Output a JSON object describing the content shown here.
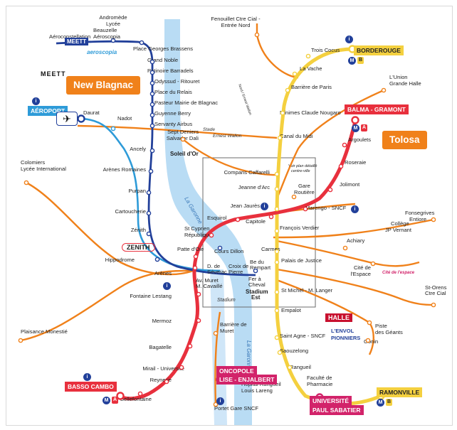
{
  "callouts": {
    "new_blagnac": "New Blagnac",
    "tolosa": "Tolosa"
  },
  "terminals": {
    "aeroport": "AÉROPORT",
    "balma": "BALMA - GRAMONT",
    "borderouge": "BORDEROUGE",
    "basso_cambo": "BASSO CAMBO",
    "oncopole": [
      "ONCOPOLE",
      "LISE - ENJALBERT"
    ],
    "universite": [
      "UNIVERSITÉ",
      "PAUL SABATIER"
    ],
    "ramonville": "RAMONVILLE"
  },
  "logos": {
    "meett1": "MEETT",
    "meett2": "MEETT",
    "aeroscopia": "aeroscopia",
    "zenith": "ZENITH",
    "halle": "HALLE",
    "envol": "L'ENVOL",
    "pionniers": "PIONNIERS",
    "cite_espace": "Cité de l'espace"
  },
  "notes": {
    "plan_detail": "Voir plan détaillé",
    "centre_ville": "centre-ville",
    "stadium": "Stadium",
    "stade": "Stade",
    "ernest_wallon": "Ernest Wallon"
  },
  "rivers": {
    "garonne1": "La Garonne",
    "garonne2": "La Garonne"
  },
  "stations": {
    "fenouillet1": "Fenouillet Ctre Cial -",
    "fenouillet2": "Entrée Nord",
    "aeroconstellation": "Aéroconstellation",
    "andromede1": "Andromède",
    "andromede2": "Lycée",
    "beauzelle1": "Beauzelle",
    "beauzelle2": "Aéroscopia",
    "brassens": "Place Georges Brassens",
    "grand_noble": "Grand Noble",
    "patinoire": "Patinoire Barradels",
    "odyssud": "Odyssud - Ritouret",
    "relais": "Place du Relais",
    "pasteur": "Pasteur Mairie de Blagnac",
    "guyenne": "Guyenne Berry",
    "servanty": "Servanty Airbus",
    "daurat": "Daurat",
    "nadot": "Nadot",
    "ancely": "Ancely",
    "arenes_romaines": "Arènes Romaines",
    "purpan": "Purpan",
    "cartoucherie": "Cartoucherie",
    "zenith_st": "Zénith",
    "hippodrome": "Hippodrome",
    "arenes": "Arènes",
    "fontaine": "Fontaine Lestang",
    "mermoz": "Mermoz",
    "bagatelle": "Bagatelle",
    "mirail": "Mirail - Université",
    "reynerie": "Reynerie",
    "bellefontaine": "Bellefontaine",
    "colomiers1": "Colomiers",
    "colomiers2": "Lycée International",
    "plaisance1": "Plaisance Monestié",
    "sept1": "Sept Deniers",
    "sept2": "Salvador Dali",
    "soleil": "Soleil d'Or",
    "trois_cocus": "Trois Cocus",
    "vache": "La Vache",
    "barriere_paris": "Barrière de Paris",
    "minimes": "Minimes Claude Nougaro",
    "canal": "Canal du Midi",
    "compans": "Compans Caffarelli",
    "jeanne": "Jeanne d'Arc",
    "jaures": "Jean Jaurès",
    "capitole": "Capitole",
    "esquirol": "Esquirol",
    "st_cyprien1": "St Cyprien",
    "st_cyprien2": "République",
    "patte": "Patte d'Oie",
    "cours_dillon": "Cours Dillon",
    "severac1": "D. de",
    "severac2": "Séverac",
    "croix1": "Croix de",
    "croix2": "Pierre",
    "rempart1": "Be du",
    "rempart2": "Rempart",
    "carmes": "Carmes",
    "palais": "Palais de Justice",
    "st_michel": "St Michel - M. Langer",
    "empalot": "Empalot",
    "muret1": "Av. Muret",
    "muret2": "M. Cavaillé",
    "fer1": "Fer à",
    "fer2": "Cheval",
    "stadium_est1": "Stadium",
    "stadium_est2": "Est",
    "barriere_muret1": "Barrière de",
    "barriere_muret2": "Muret",
    "saint_agne": "Saint Agne - SNCF",
    "saouzelong": "Saouzelong",
    "rangueil": "Rangueil",
    "faculte1": "Faculté de",
    "faculte2": "Pharmacie",
    "hopital1": "Hôpital Rangueil",
    "hopital2": "Louis Lareng",
    "portet": "Portet Gare SNCF",
    "union1": "L'Union",
    "union2": "Grande Halle",
    "argoulets": "Argoulets",
    "roseraie": "Roseraie",
    "jolimont": "Jolimont",
    "gare1": "Gare",
    "gare2": "Routière",
    "marengo": "Marengo - SNCF",
    "verdier": "François Verdier",
    "fonsegrives1": "Fonsegrives",
    "fonsegrives2": "Entiore",
    "college1": "Collège",
    "college2": "JP Vernant",
    "achiary": "Achiary",
    "cite1": "Cité de",
    "cite2": "l'Espace",
    "orens1": "St-Orens",
    "orens2": "Ctre Cial",
    "piste1": "Piste",
    "piste2": "des Géants",
    "gonin": "Gonin",
    "wallon_rd": "Nord / Ernest Wallon"
  },
  "colors": {
    "metro_a": "#e8303d",
    "metro_b": "#f4d03f",
    "tram": "#22409a",
    "tram_t2": "#2e9bd8",
    "bus": "#f0811a",
    "river": "#b9dcf4",
    "callout": "#f0811a",
    "basso": "#e8303d",
    "oncopole": "#d2236a",
    "ramonville": "#f4d03f"
  }
}
